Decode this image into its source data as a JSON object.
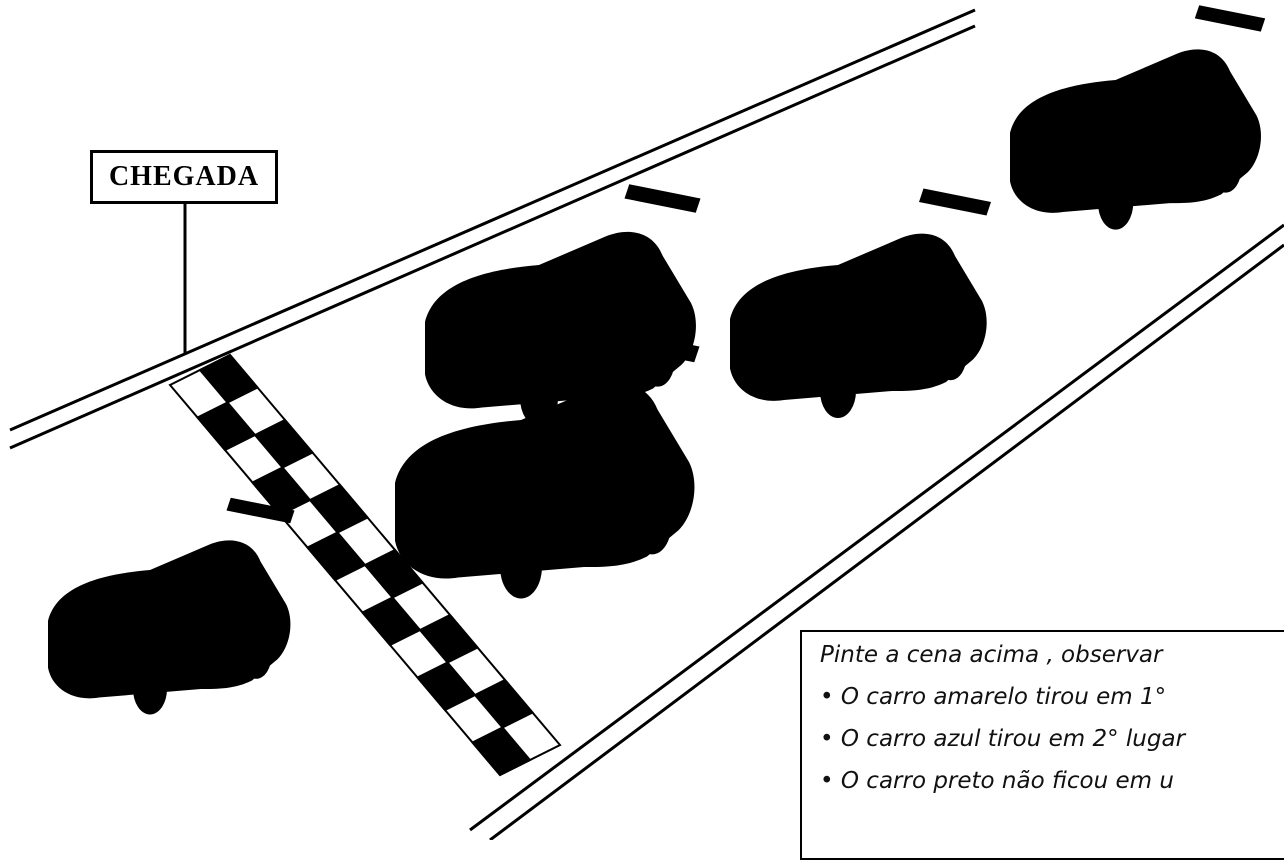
{
  "sign": {
    "label": "CHEGADA"
  },
  "instructions": {
    "title": "Pinte a cena acima , observar",
    "items": [
      "• O carro amarelo tirou em 1°",
      "• O carro azul tirou em 2° lugar",
      "• O carro preto não ficou em u"
    ]
  },
  "colors": {
    "ink": "#000000",
    "paper": "#ffffff"
  },
  "cars": [
    {
      "name": "car-top-right"
    },
    {
      "name": "car-middle-back"
    },
    {
      "name": "car-middle-right"
    },
    {
      "name": "car-front-center"
    },
    {
      "name": "car-bottom-left"
    }
  ]
}
